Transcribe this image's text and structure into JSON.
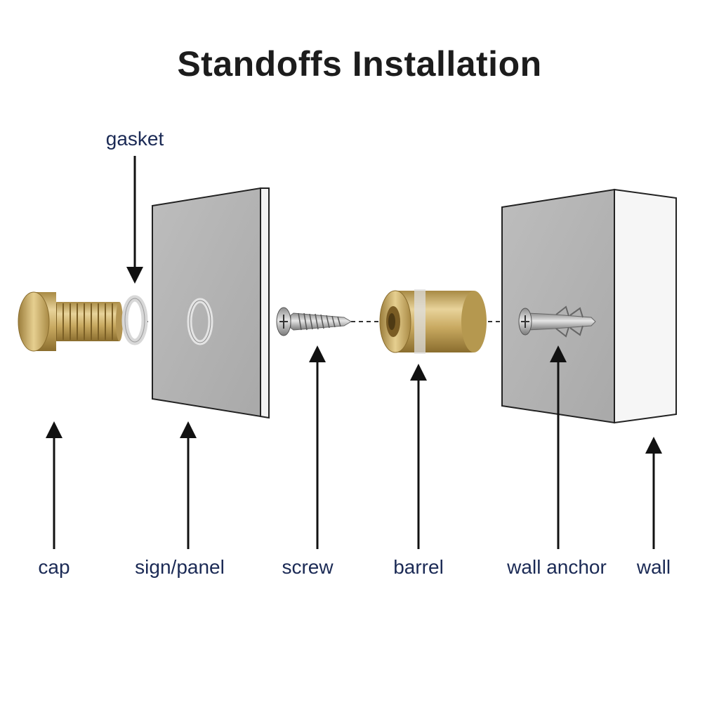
{
  "title": "Standoffs Installation",
  "labels": {
    "gasket": "gasket",
    "cap": "cap",
    "panel": "sign/panel",
    "screw": "screw",
    "barrel": "barrel",
    "anchor": "wall anchor",
    "wall": "wall"
  },
  "colors": {
    "title": "#1c1c1c",
    "label": "#1b2a55",
    "brass": "#c9ad6a",
    "panel": "#b5b5b5",
    "arrow": "#111111"
  }
}
